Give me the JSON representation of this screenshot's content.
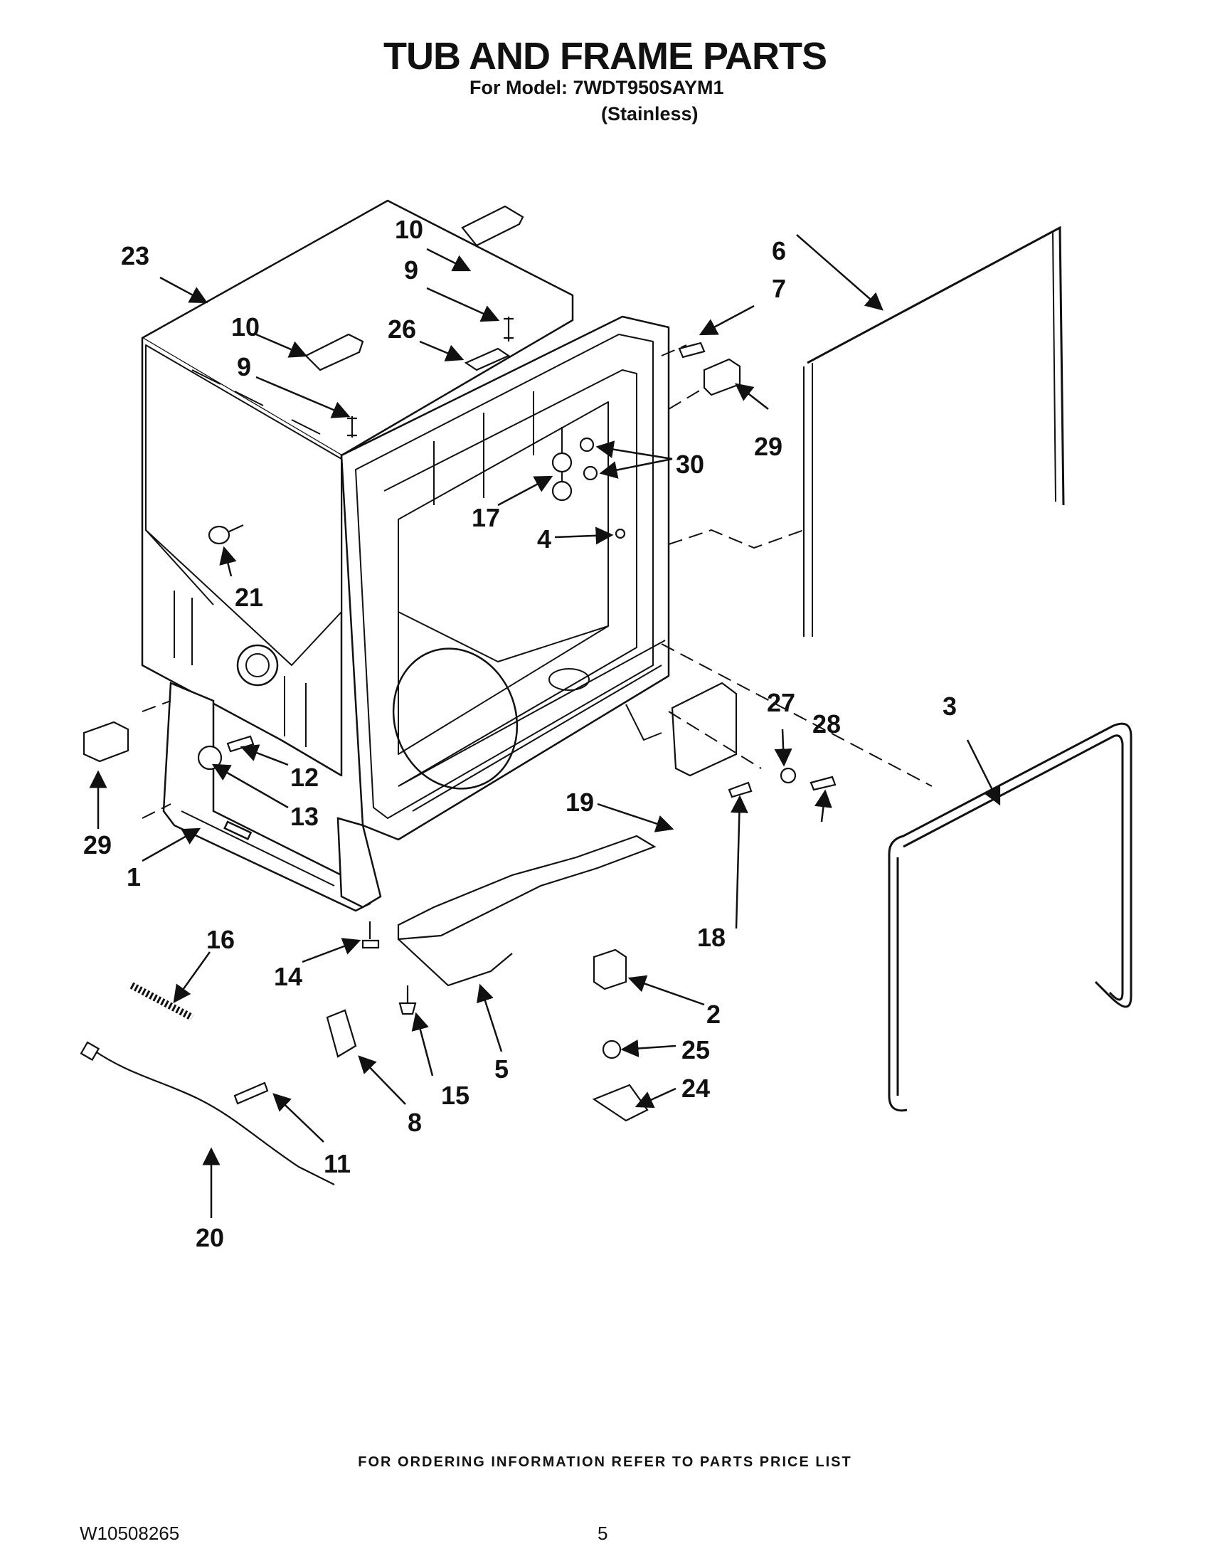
{
  "header": {
    "title": "TUB AND FRAME PARTS",
    "model_line": "For Model: 7WDT950SAYM1",
    "variant": "(Stainless)"
  },
  "callouts": [
    "23",
    "10",
    "9",
    "10",
    "9",
    "26",
    "21",
    "6",
    "7",
    "29",
    "30",
    "17",
    "4",
    "3",
    "27",
    "28",
    "19",
    "18",
    "29",
    "12",
    "13",
    "1",
    "16",
    "14",
    "2",
    "5",
    "15",
    "25",
    "24",
    "8",
    "11",
    "20"
  ],
  "footer": {
    "note": "FOR ORDERING INFORMATION REFER TO PARTS PRICE LIST",
    "doc_number": "W10508265",
    "page_number": "5"
  }
}
